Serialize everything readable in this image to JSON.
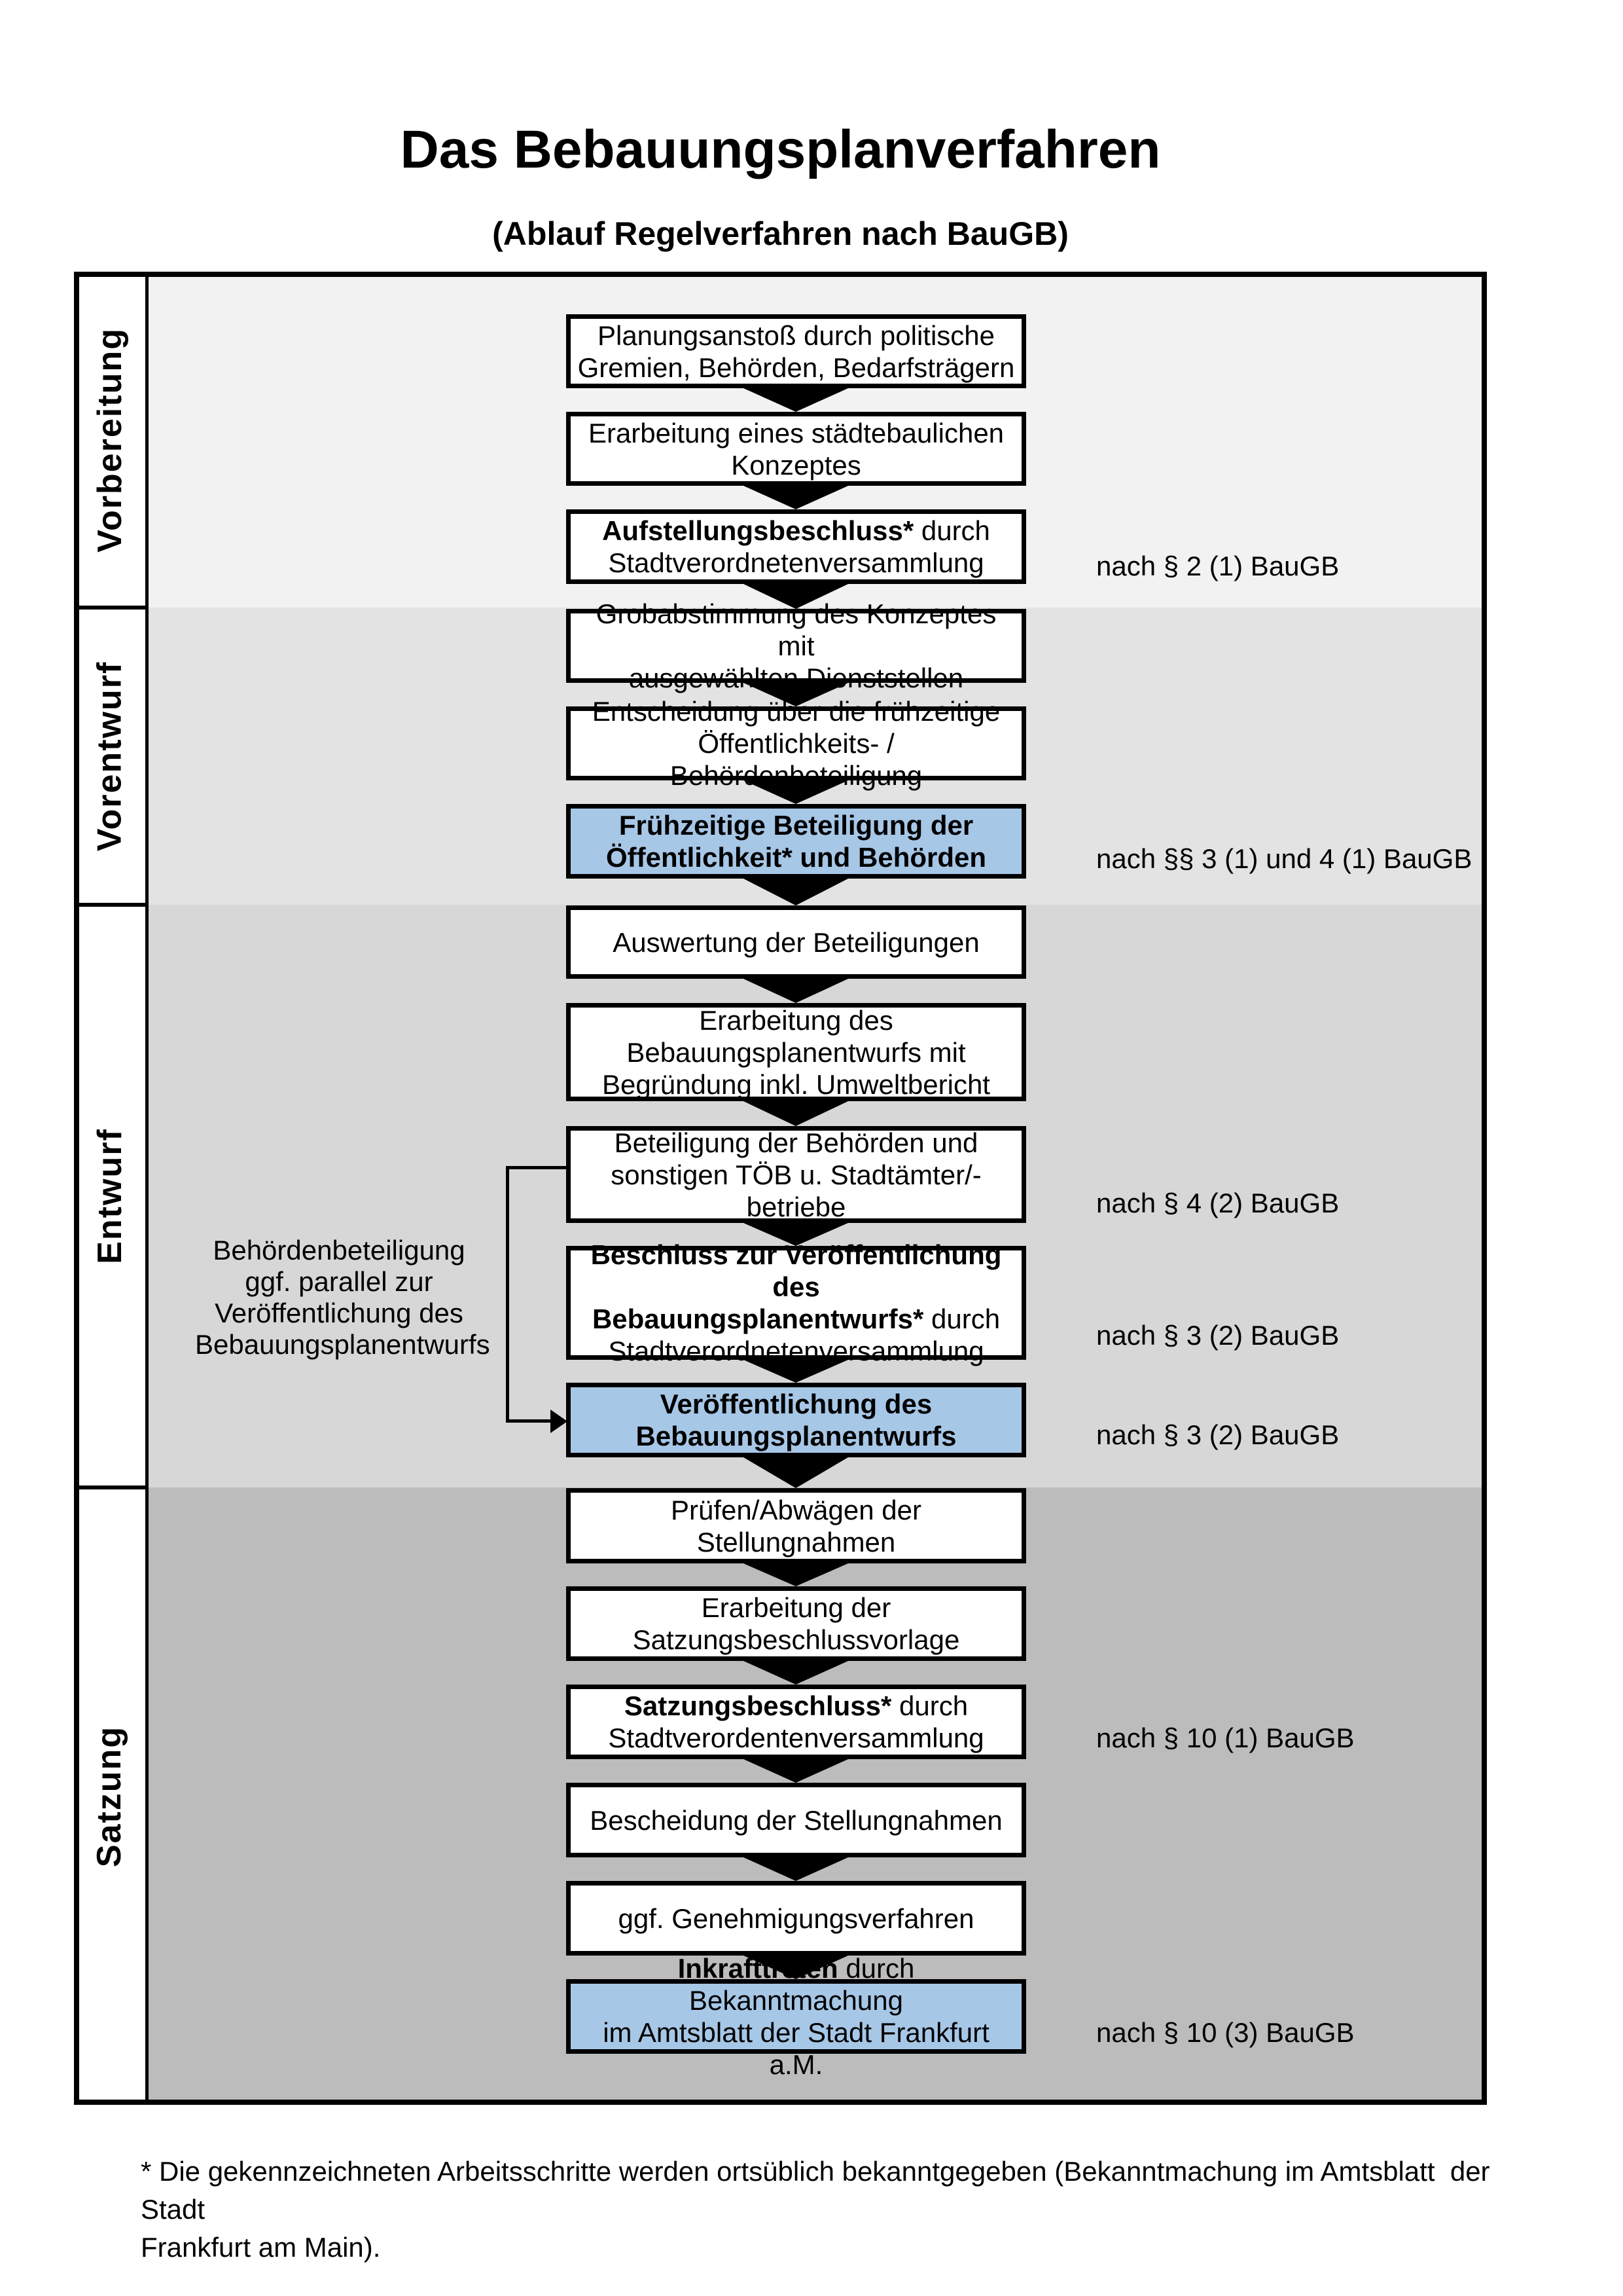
{
  "header": {
    "title": "Das Bebauungsplanverfahren",
    "subtitle": "(Ablauf Regelverfahren nach BauGB)"
  },
  "colors": {
    "highlight_box": "#a7c7e7",
    "phase1_bg": "#f2f2f2",
    "phase2_bg": "#e3e3e3",
    "phase3_bg": "#d7d7d7",
    "phase4_bg": "#bcbcbc",
    "box_border": "#000000"
  },
  "phases": [
    {
      "label": "Vorbereitung"
    },
    {
      "label": "Vorentwurf"
    },
    {
      "label": "Entwurf"
    },
    {
      "label": "Satzung"
    }
  ],
  "boxes": [
    {
      "bold": "",
      "text": "Planungsanstoß durch politische\nGremien, Behörden, Bedarfsträgern"
    },
    {
      "bold": "",
      "text": "Erarbeitung eines städtebaulichen\nKonzeptes"
    },
    {
      "bold": "Aufstellungsbeschluss*",
      "text": " durch\nStadtverordnetenversammlung"
    },
    {
      "bold": "",
      "text": "Grobabstimmung des Konzeptes mit\nausgewählten Dienststellen"
    },
    {
      "bold": "",
      "text": "Entscheidung über die frühzeitige\nÖffentlichkeits- / Behördenbeteiligung"
    },
    {
      "bold": "Frühzeitige Beteiligung der\nÖffentlichkeit* und Behörden",
      "text": ""
    },
    {
      "bold": "",
      "text": "Auswertung der Beteiligungen"
    },
    {
      "bold": "",
      "text": "Erarbeitung des\nBebauungsplanentwurfs mit\nBegründung inkl. Umweltbericht"
    },
    {
      "bold": "",
      "text": "Beteiligung der Behörden und\nsonstigen TÖB u. Stadtämter/-betriebe"
    },
    {
      "bold": "Beschluss zur Veröffentlichung des\nBebauungsplanentwurfs*",
      "text": " durch\nStadtverordnetenversammlung"
    },
    {
      "bold": "Veröffentlichung des\nBebauungsplanentwurfs",
      "text": ""
    },
    {
      "bold": "",
      "text": "Prüfen/Abwägen der Stellungnahmen"
    },
    {
      "bold": "",
      "text": "Erarbeitung der\nSatzungsbeschlussvorlage"
    },
    {
      "bold": "Satzungsbeschluss*",
      "text": " durch\nStadtverordentenversammlung"
    },
    {
      "bold": "",
      "text": "Bescheidung der Stellungnahmen"
    },
    {
      "bold": "",
      "text": "ggf. Genehmigungsverfahren"
    },
    {
      "bold": "Inkrafttreten",
      "text": " durch Bekanntmachung\nim Amtsblatt der Stadt Frankfurt a.M."
    }
  ],
  "annotations": [
    {
      "text": "nach § 2 (1) BauGB"
    },
    {
      "text": "nach §§ 3 (1) und 4 (1) BauGB"
    },
    {
      "text": "nach § 4 (2) BauGB"
    },
    {
      "text": "nach § 3 (2) BauGB"
    },
    {
      "text": "nach § 3 (2) BauGB"
    },
    {
      "text": "nach § 10 (1) BauGB"
    },
    {
      "text": "nach § 10 (3) BauGB"
    }
  ],
  "side_note": "Behördenbeteiligung\nggf. parallel zur\nVeröffentlichung des\nBebauungsplanentwurfs",
  "footnote": "* Die gekennzeichneten Arbeitsschritte werden ortsüblich bekanntgegeben (Bekanntmachung im Amtsblatt  der Stadt\nFrankfurt am Main)."
}
